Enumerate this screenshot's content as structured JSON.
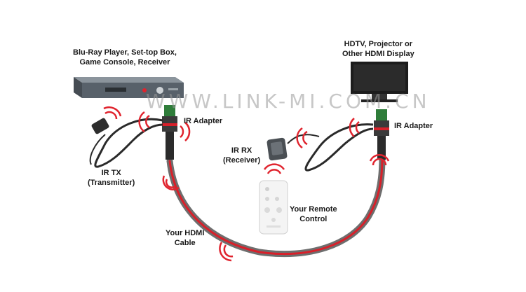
{
  "labels": {
    "source_device": [
      "Blu-Ray Player, Set-top Box,",
      "Game Console, Receiver"
    ],
    "display_device": [
      "HDTV, Projector or",
      "Other HDMI Display"
    ],
    "ir_adapter_left": "IR Adapter",
    "ir_adapter_right": "IR Adapter",
    "ir_tx": [
      "IR TX",
      "(Transmitter)"
    ],
    "ir_rx": [
      "IR RX",
      "(Receiver)"
    ],
    "remote": [
      "Your Remote",
      "Control"
    ],
    "hdmi_cable": [
      "Your HDMI",
      "Cable"
    ]
  },
  "watermark": "WWW.LINK-MI.COM.CN",
  "colors": {
    "cable_red": "#d8202a",
    "cable_gray": "#7a7a7a",
    "connector_green": "#2f7d3a",
    "signal_red": "#e0242e",
    "device_gray": "#58616a"
  }
}
